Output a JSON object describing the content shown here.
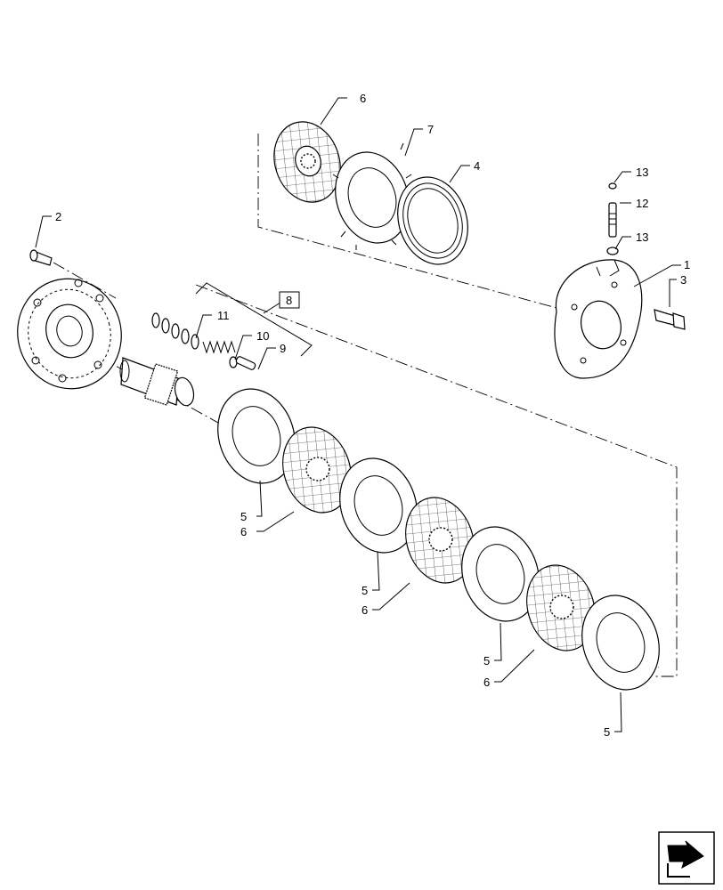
{
  "diagram": {
    "callouts": {
      "c1": "1",
      "c2": "2",
      "c3": "3",
      "c4": "4",
      "c5a": "5",
      "c5b": "5",
      "c5c": "5",
      "c5d": "5",
      "c6a": "6",
      "c6b": "6",
      "c6c": "6",
      "c6d": "6",
      "c7": "7",
      "c8": "8",
      "c9": "9",
      "c10": "10",
      "c11": "11",
      "c12": "12",
      "c13a": "13",
      "c13b": "13"
    },
    "nav_icon": "next-page-arrow-icon"
  }
}
